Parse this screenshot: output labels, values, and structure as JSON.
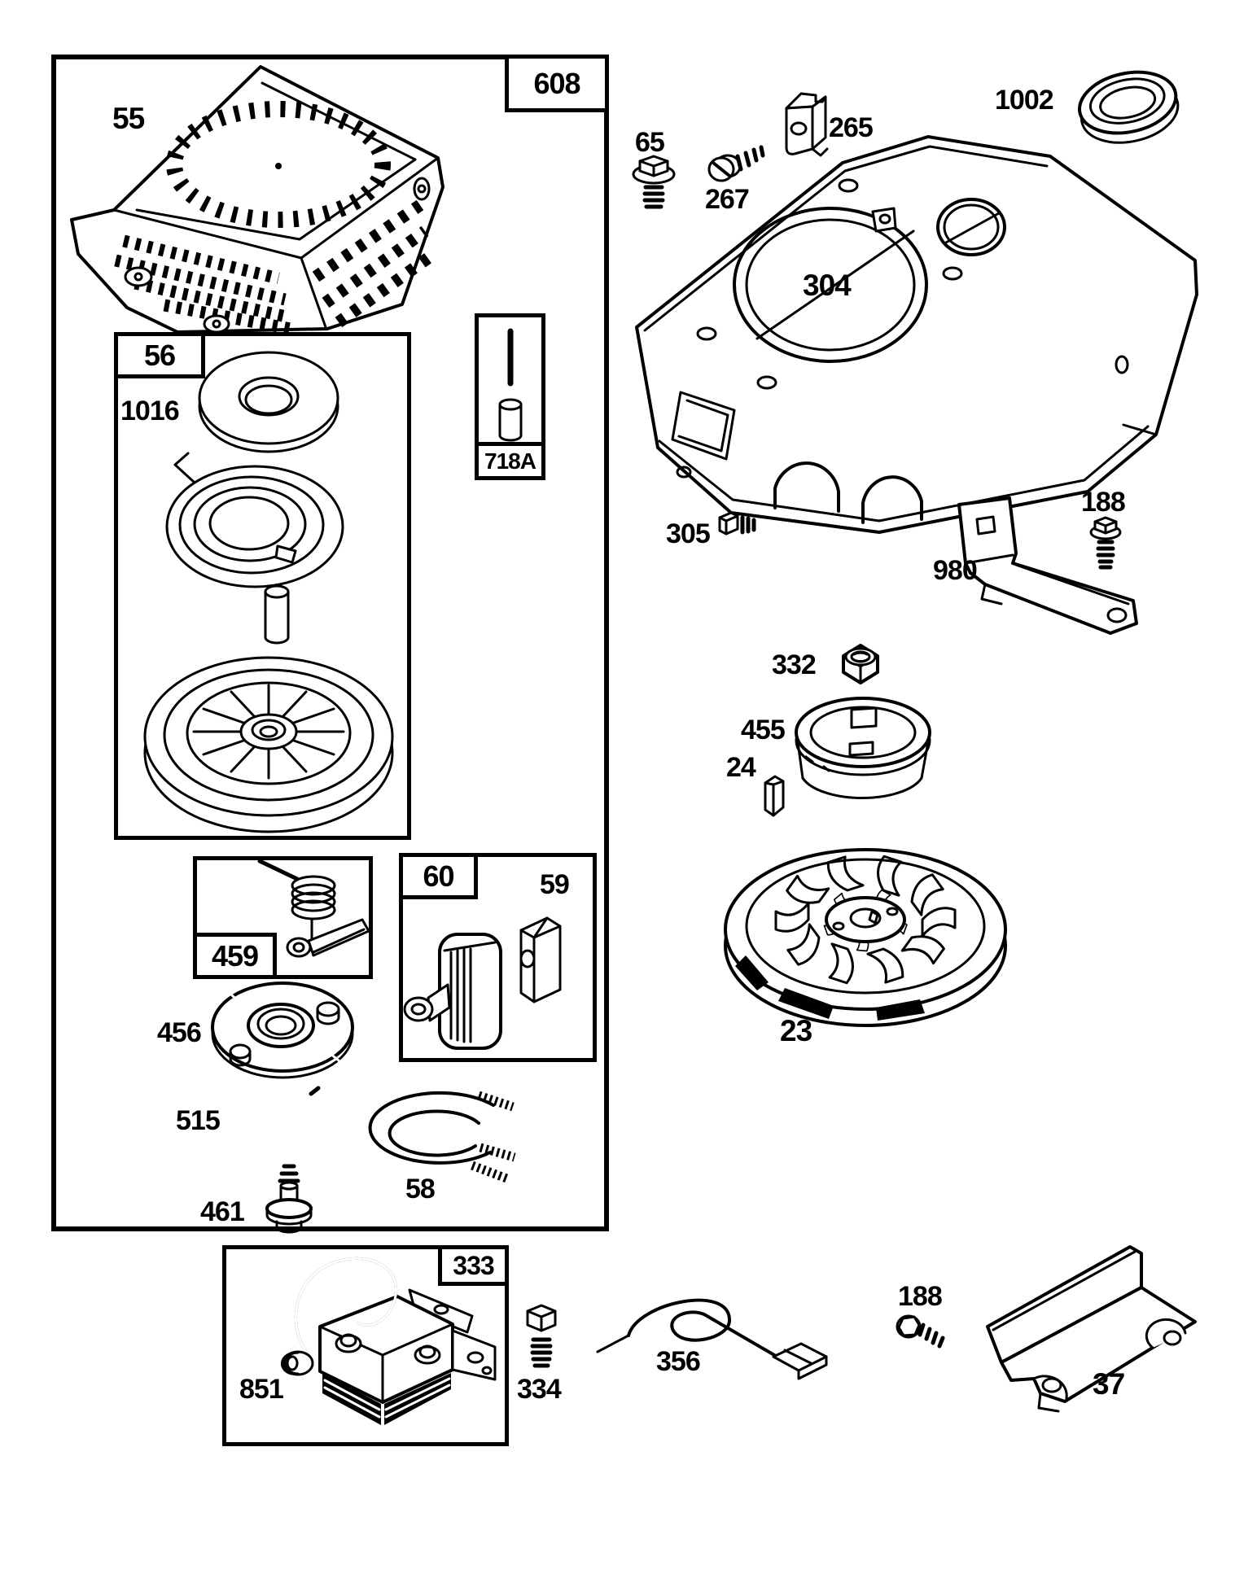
{
  "colors": {
    "background": "#ffffff",
    "ink": "#000000"
  },
  "ref_boxes": {
    "blower_housing_group": "608",
    "rewind_starter_group": "56",
    "pin_kit": "718A",
    "pawl_spring_kit": "459",
    "starter_grip_kit": "60",
    "ignition_group": "333"
  },
  "parts": {
    "starter_cover": "55",
    "pulley_and_spring": "1016",
    "rope_guide_insert": "59",
    "starter_clutch": "456",
    "clutch_spring": "515",
    "clutch_screw": "461",
    "starter_rope": "58",
    "ignition_armature": "851",
    "armature_bolt": "334",
    "ground_wire": "356",
    "bracket_screw_lower": "188",
    "control_bracket": "37",
    "housing_bolt": "65",
    "housing_screw": "267",
    "clip_nut": "265",
    "grommet": "1002",
    "blower_housing": "304",
    "housing_screw_lower": "305",
    "stop_switch_bracket": "980",
    "bracket_screw_upper": "188",
    "flywheel_nut": "332",
    "starter_cup": "455",
    "flywheel_key": "24",
    "flywheel": "23"
  }
}
